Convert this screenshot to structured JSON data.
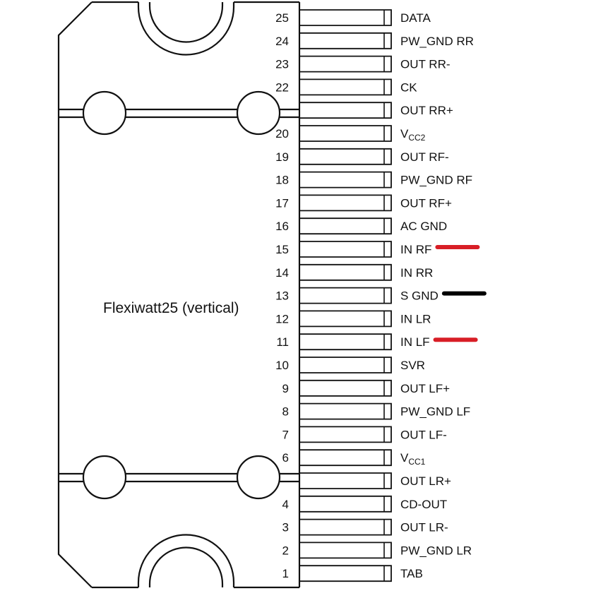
{
  "package": {
    "label": "Flexiwatt25 (vertical)"
  },
  "pins": [
    {
      "number": "25",
      "name": "DATA"
    },
    {
      "number": "24",
      "name": "PW_GND RR"
    },
    {
      "number": "23",
      "name": "OUT RR-"
    },
    {
      "number": "22",
      "name": "CK"
    },
    {
      "number": "",
      "name": "OUT RR+"
    },
    {
      "number": "20",
      "name": "V",
      "sub": "CC2"
    },
    {
      "number": "19",
      "name": "OUT RF-"
    },
    {
      "number": "18",
      "name": "PW_GND RF"
    },
    {
      "number": "17",
      "name": "OUT RF+"
    },
    {
      "number": "16",
      "name": "AC GND"
    },
    {
      "number": "15",
      "name": "IN RF",
      "mark": "red"
    },
    {
      "number": "14",
      "name": "IN RR"
    },
    {
      "number": "13",
      "name": "S GND",
      "mark": "black"
    },
    {
      "number": "12",
      "name": "IN LR"
    },
    {
      "number": "11",
      "name": "IN LF",
      "mark": "red"
    },
    {
      "number": "10",
      "name": "SVR"
    },
    {
      "number": "9",
      "name": "OUT LF+"
    },
    {
      "number": "8",
      "name": "PW_GND LF"
    },
    {
      "number": "7",
      "name": "OUT LF-"
    },
    {
      "number": "6",
      "name": "V",
      "sub": "CC1"
    },
    {
      "number": "",
      "name": "OUT LR+"
    },
    {
      "number": "4",
      "name": "CD-OUT"
    },
    {
      "number": "3",
      "name": "OUT LR-"
    },
    {
      "number": "2",
      "name": "PW_GND LR"
    },
    {
      "number": "1",
      "name": "TAB"
    }
  ],
  "colors": {
    "line": "#111111",
    "mark_red": "#d81e26",
    "mark_black": "#000000"
  }
}
